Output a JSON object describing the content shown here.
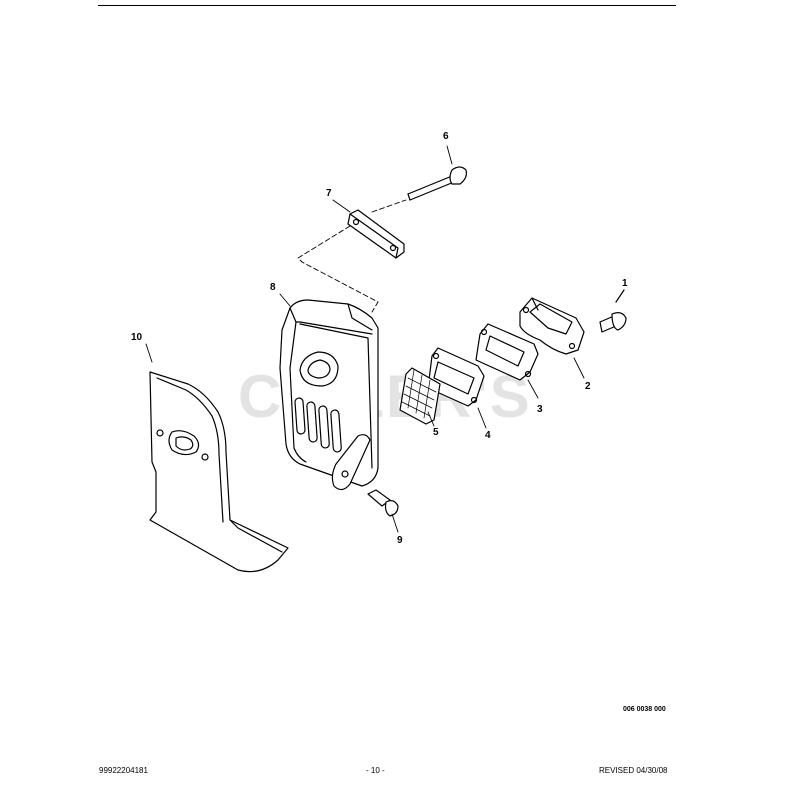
{
  "watermark": "CHILER'S",
  "callouts": {
    "c1": "1",
    "c2": "2",
    "c3": "3",
    "c4": "4",
    "c5": "5",
    "c6": "6",
    "c7": "7",
    "c8": "8",
    "c9": "9",
    "c10": "10"
  },
  "diagram_code": "006 0038 000",
  "footer": {
    "doc_number": "99922204181",
    "page": "- 10 -",
    "revised": "REVISED 04/30/08"
  }
}
